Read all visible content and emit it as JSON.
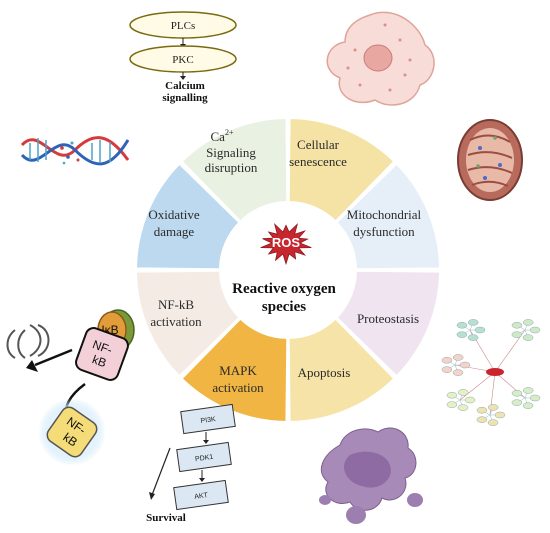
{
  "center": {
    "badge": "ROS",
    "title_line1": "Reactive oxygen",
    "title_line2": "species"
  },
  "segments": [
    {
      "id": "calcium",
      "lines": [
        "Ca",
        "Signaling",
        "disruption"
      ],
      "superscript": "2+",
      "color": "#f5e3a6"
    },
    {
      "id": "senescence",
      "lines": [
        "Cellular",
        "senescence"
      ],
      "color": "#e6eef8"
    },
    {
      "id": "mito",
      "lines": [
        "Mitochondrial",
        "dysfunction"
      ],
      "color": "#efe4f0"
    },
    {
      "id": "proteostasis",
      "lines": [
        "Proteostasis"
      ],
      "color": "#f6e3a8"
    },
    {
      "id": "apoptosis",
      "lines": [
        "Apoptosis"
      ],
      "color": "#f0b542"
    },
    {
      "id": "mapk",
      "lines": [
        "MAPK",
        "activation"
      ],
      "color": "#f4ebe4"
    },
    {
      "id": "nfkb",
      "lines": [
        "NF-kB",
        "activation"
      ],
      "color": "#bcd9f0"
    },
    {
      "id": "oxidative",
      "lines": [
        "Oxidative",
        "damage"
      ],
      "color": "#e9f1e3"
    }
  ],
  "pathway_plc": {
    "plcs": "PLCs",
    "pkc": "PKC",
    "calcium_line1": "Calcium",
    "calcium_line2": "signalling"
  },
  "pathway_pi3k": {
    "boxes": [
      "PI3K",
      "PDK1",
      "AKT"
    ],
    "survival": "Survival"
  },
  "nfkb_complex": {
    "ikb": "IκB",
    "nf": "NF-",
    "kb": "kB",
    "free_nf": "NF-",
    "free_kb": "kB"
  },
  "icons": [
    "dna-icon",
    "cell-icon",
    "mitochondrion-icon",
    "network-icon",
    "apoptotic-cell-icon",
    "proteasome-icon"
  ]
}
